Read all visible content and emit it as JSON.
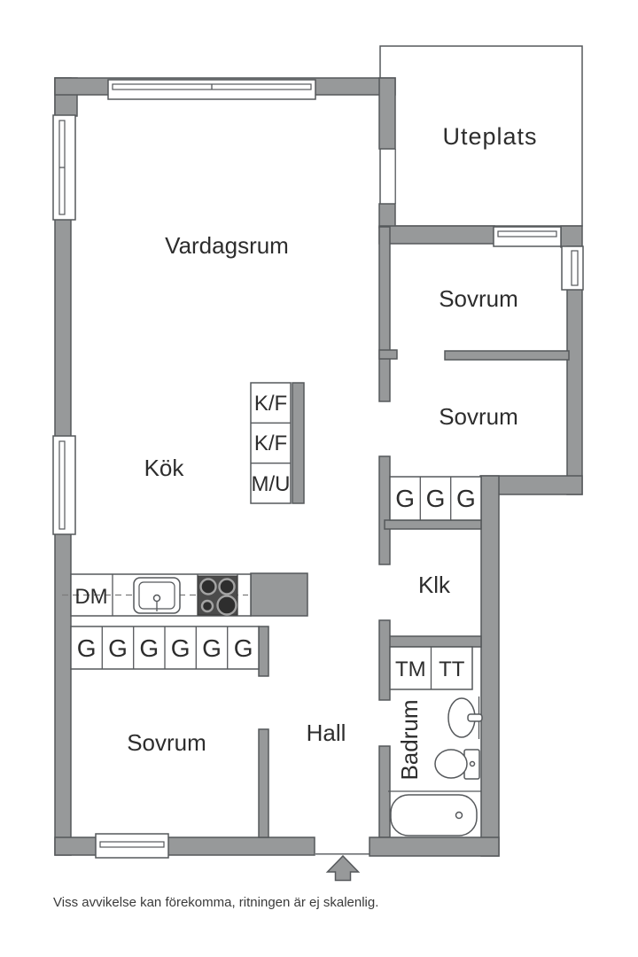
{
  "colors": {
    "wall": "#97999a",
    "outline": "#55585b",
    "text": "#2d2d2d",
    "stove": "#4b4b4b",
    "burner_ring": "#a3a3a3",
    "burner_fill": "#2e2e2e",
    "disclaimer": "#3a3a3a"
  },
  "rooms": {
    "living": "Vardagsrum",
    "patio": "Uteplats",
    "bedroom_right_top": "Sovrum",
    "bedroom_right_mid": "Sovrum",
    "kitchen": "Kök",
    "walk_in_closet": "Klk",
    "hall": "Hall",
    "bedroom_bottom": "Sovrum",
    "bathroom": "Badrum"
  },
  "appliances": {
    "fridge_freezer_1": "K/F",
    "fridge_freezer_2": "K/F",
    "micro_oven": "M/U",
    "dishwasher": "DM",
    "washing_machine": "TM",
    "tumble_dryer": "TT"
  },
  "wardrobes": {
    "kitchen_row": [
      "G",
      "G",
      "G",
      "G",
      "G",
      "G"
    ],
    "bedroom_row": [
      "G",
      "G",
      "G"
    ]
  },
  "footer": {
    "disclaimer": "Viss avvikelse kan förekomma, ritningen är ej skalenlig."
  }
}
